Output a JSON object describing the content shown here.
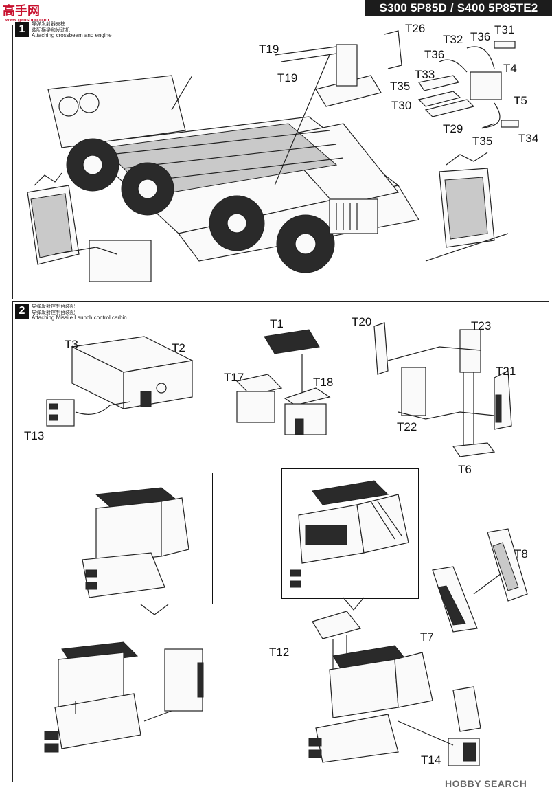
{
  "header": {
    "title": "S300 5P85D / S400 5P85TE2"
  },
  "logo": {
    "text": "高手网",
    "url": "www.gaoshou.com"
  },
  "step1": {
    "number": "1",
    "label_cn_1": "导弹发射器支柱",
    "label_cn_2": "装配横梁和发动机",
    "label_en": "Attaching crossbeam and engine",
    "parts": {
      "T26": "T26",
      "T19a": "T19",
      "T19b": "T19",
      "T32": "T32",
      "T36a": "T36",
      "T31": "T31",
      "T36b": "T36",
      "T4": "T4",
      "T33": "T33",
      "T35a": "T35",
      "T5": "T5",
      "T30": "T30",
      "T29": "T29",
      "T35b": "T35",
      "T34": "T34"
    }
  },
  "step2": {
    "number": "2",
    "label_cn_1": "导弹发射控制台装配",
    "label_cn_2": "导弹发射控制台装配",
    "label_en": "Attaching Missile Launch control carbin",
    "parts": {
      "T1": "T1",
      "T20": "T20",
      "T23": "T23",
      "T3": "T3",
      "T2": "T2",
      "T17": "T17",
      "T18": "T18",
      "T21": "T21",
      "T13": "T13",
      "T22": "T22",
      "T6": "T6",
      "T8": "T8",
      "T7": "T7",
      "T12": "T12",
      "T14": "T14"
    }
  },
  "footer": {
    "watermark": "HOBBY SEARCH"
  }
}
